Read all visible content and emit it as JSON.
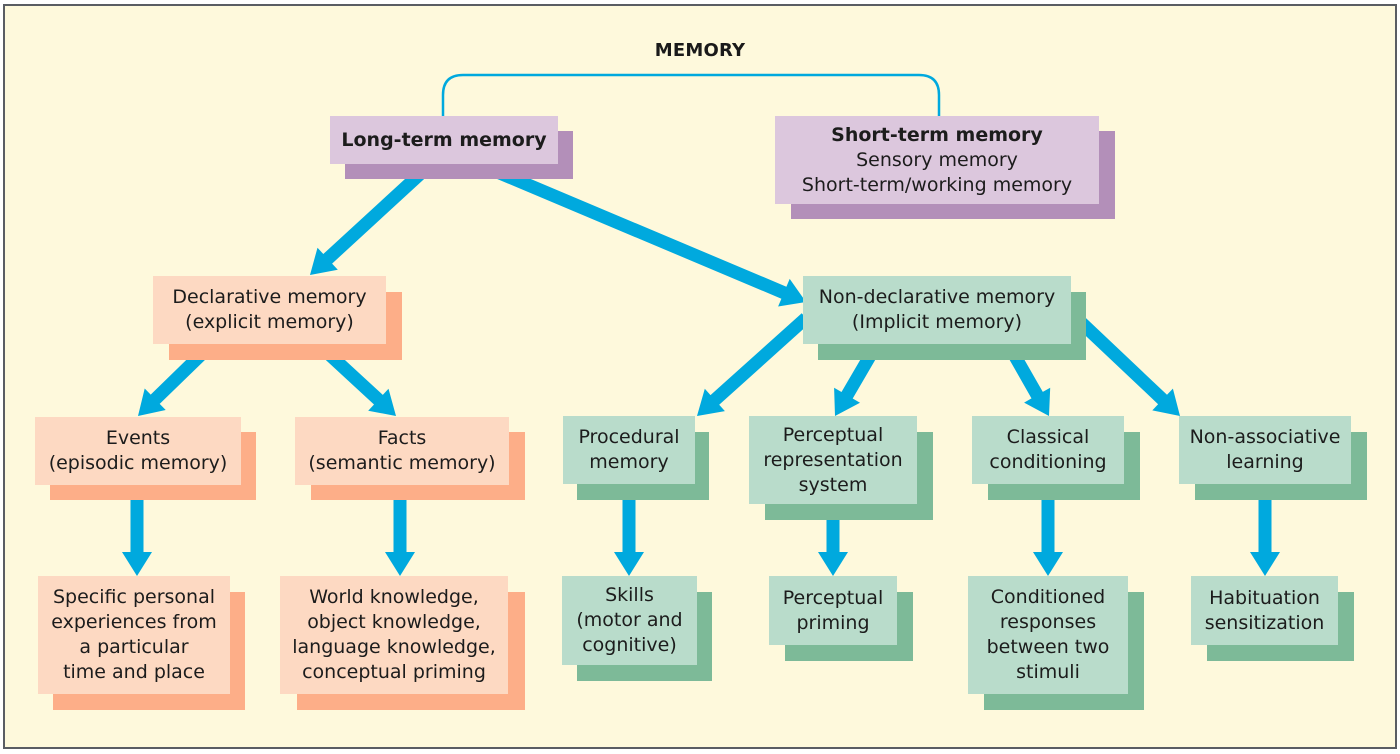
{
  "title": "MEMORY",
  "colors": {
    "background": "#fef9dc",
    "arrow": "#00a9de",
    "purple_face": "#dcc7dd",
    "purple_shadow": "#b38fb9",
    "peach_face": "#fdd9c2",
    "peach_shadow": "#fdae88",
    "green_face": "#b9dccb",
    "green_shadow": "#7dba98"
  },
  "nodes": {
    "long_term": {
      "lines": [
        "Long-term memory"
      ]
    },
    "short_term": {
      "heading": "Short-term memory",
      "lines": [
        "Sensory memory",
        "Short-term/working memory"
      ]
    },
    "declarative": {
      "lines": [
        "Declarative memory",
        "(explicit memory)"
      ]
    },
    "non_declarative": {
      "lines": [
        "Non-declarative memory",
        "(Implicit memory)"
      ]
    },
    "events": {
      "lines": [
        "Events",
        "(episodic memory)"
      ]
    },
    "facts": {
      "lines": [
        "Facts",
        "(semantic memory)"
      ]
    },
    "procedural": {
      "lines": [
        "Procedural",
        "memory"
      ]
    },
    "perceptual_rep": {
      "lines": [
        "Perceptual",
        "representation",
        "system"
      ]
    },
    "classical": {
      "lines": [
        "Classical",
        "conditioning"
      ]
    },
    "non_associative": {
      "lines": [
        "Non-associative",
        "learning"
      ]
    },
    "specific_personal": {
      "lines": [
        "Specific personal",
        "experiences from",
        "a particular",
        "time and place"
      ]
    },
    "world_knowledge": {
      "lines": [
        "World knowledge,",
        "object knowledge,",
        "language knowledge,",
        "conceptual priming"
      ]
    },
    "skills": {
      "lines": [
        "Skills",
        "(motor and",
        "cognitive)"
      ]
    },
    "perceptual_priming": {
      "lines": [
        "Perceptual",
        "priming"
      ]
    },
    "conditioned": {
      "lines": [
        "Conditioned",
        "responses",
        "between two",
        "stimuli"
      ]
    },
    "habituation": {
      "lines": [
        "Habituation",
        "sensitization"
      ]
    }
  },
  "edges": [
    {
      "from": "long_term",
      "to": "declarative"
    },
    {
      "from": "long_term",
      "to": "non_declarative"
    },
    {
      "from": "declarative",
      "to": "events"
    },
    {
      "from": "declarative",
      "to": "facts"
    },
    {
      "from": "non_declarative",
      "to": "procedural"
    },
    {
      "from": "non_declarative",
      "to": "perceptual_rep"
    },
    {
      "from": "non_declarative",
      "to": "classical"
    },
    {
      "from": "non_declarative",
      "to": "non_associative"
    },
    {
      "from": "events",
      "to": "specific_personal"
    },
    {
      "from": "facts",
      "to": "world_knowledge"
    },
    {
      "from": "procedural",
      "to": "skills"
    },
    {
      "from": "perceptual_rep",
      "to": "perceptual_priming"
    },
    {
      "from": "classical",
      "to": "conditioned"
    },
    {
      "from": "non_associative",
      "to": "habituation"
    }
  ],
  "bracket": {
    "connects": [
      "long_term",
      "short_term"
    ],
    "label": "MEMORY"
  }
}
